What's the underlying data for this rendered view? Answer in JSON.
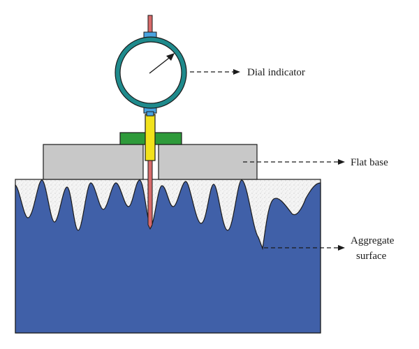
{
  "labels": {
    "dial_indicator": "Dial indicator",
    "flat_base": "Flat base",
    "aggregate_line1": "Aggregate",
    "aggregate_line2": "surface"
  },
  "colors": {
    "aggregate_fill": "#4060a8",
    "surface_speckle": "#f2f2f2",
    "flat_base": "#c8c8c8",
    "clamp": "#2e9a3a",
    "stem": "#f2e21c",
    "probe": "#d86a6a",
    "dial_ring": "#1f8a8c",
    "dial_cap": "#4aa3df",
    "outline": "#1a1a1a"
  }
}
